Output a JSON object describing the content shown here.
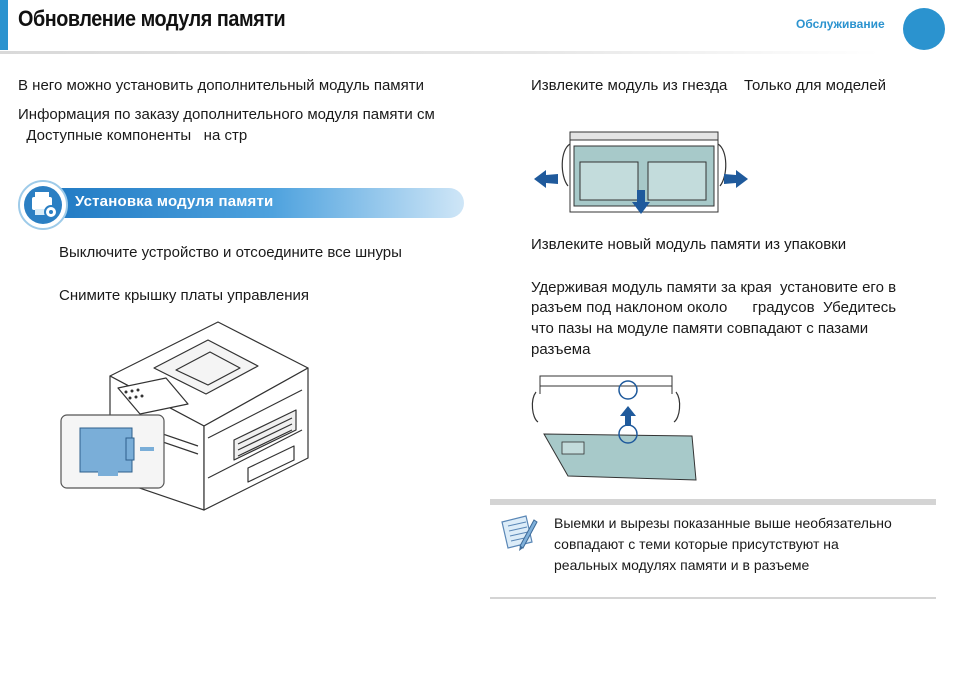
{
  "header": {
    "title": "Обновление модуля памяти",
    "section": "Обслуживание",
    "accent_color": "#2b93cf"
  },
  "left": {
    "intro_1": "В него можно установить дополнительный модуль памяти",
    "intro_2_line1": "Информация по заказу дополнительного модуля памяти  см",
    "intro_2_line2": "  Доступные компоненты   на стр",
    "subsection_title": "Установка модуля памяти",
    "step_1": "Выключите устройство и отсоедините все шнуры",
    "step_2": "Снимите крышку платы управления"
  },
  "right": {
    "step_3": "Извлеките модуль из гнезда    Только для моделей",
    "step_4": "Извлеките новый модуль памяти из упаковки",
    "step_5_lines": [
      "Удерживая модуль памяти за края  установите его в",
      "разъем под наклоном около      градусов  Убедитесь",
      "что пазы на модуле памяти совпадают с пазами",
      "разъема"
    ]
  },
  "note": {
    "icon": "note-pencil-icon",
    "lines": [
      "Выемки и вырезы  показанные выше  необязательно",
      "совпадают с теми  которые присутствуют на",
      "реальных модулях памяти и в разъеме"
    ]
  }
}
